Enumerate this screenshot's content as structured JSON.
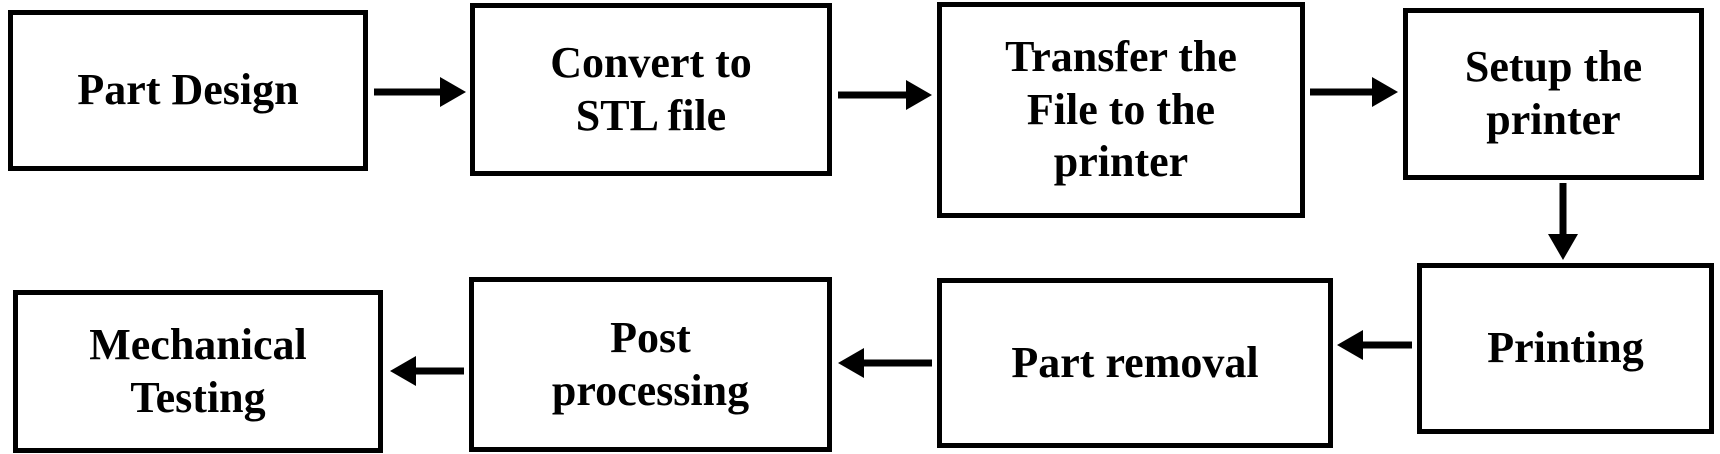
{
  "flowchart": {
    "background_color": "#ffffff",
    "box_fill_color": "#ffffff",
    "box_border_color": "#000000",
    "text_color": "#000000",
    "arrow_color": "#000000",
    "nodes": [
      {
        "id": "part-design",
        "label": "Part Design"
      },
      {
        "id": "convert-stl",
        "label": "Convert to\nSTL file"
      },
      {
        "id": "transfer-file",
        "label": "Transfer the\nFile to the\nprinter"
      },
      {
        "id": "setup-printer",
        "label": "Setup the\nprinter"
      },
      {
        "id": "printing",
        "label": "Printing"
      },
      {
        "id": "part-removal",
        "label": "Part removal"
      },
      {
        "id": "post-processing",
        "label": "Post\nprocessing"
      },
      {
        "id": "mechanical-testing",
        "label": "Mechanical\nTesting"
      }
    ],
    "edges": [
      {
        "from": "Part Design",
        "to": "Convert to STL file",
        "direction": "right"
      },
      {
        "from": "Convert to STL file",
        "to": "Transfer the File to the printer",
        "direction": "right"
      },
      {
        "from": "Transfer the File to the printer",
        "to": "Setup the printer",
        "direction": "right"
      },
      {
        "from": "Setup the printer",
        "to": "Printing",
        "direction": "down"
      },
      {
        "from": "Printing",
        "to": "Part removal",
        "direction": "left"
      },
      {
        "from": "Part removal",
        "to": "Post processing",
        "direction": "left"
      },
      {
        "from": "Post processing",
        "to": "Mechanical Testing",
        "direction": "left"
      }
    ]
  }
}
